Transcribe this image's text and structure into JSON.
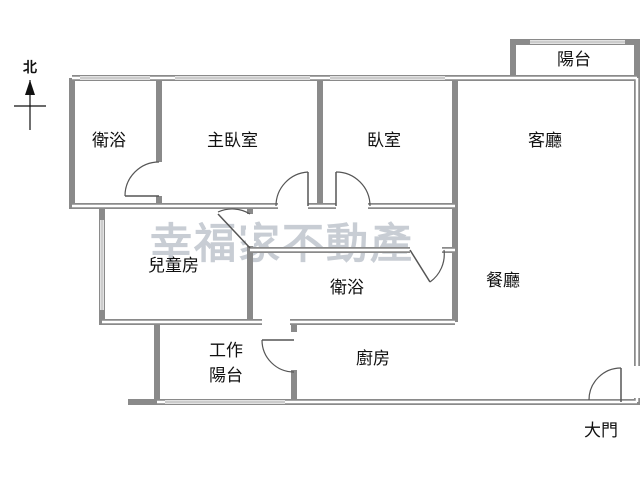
{
  "compass": {
    "label": "北",
    "icon": "north-arrow-icon"
  },
  "watermark": "幸福家不動產",
  "rooms": {
    "bath_northwest": "衛浴",
    "master_bedroom": "主臥室",
    "bedroom": "臥室",
    "living_room": "客廳",
    "balcony": "陽台",
    "kids_room": "兒童房",
    "bath_center": "衛浴",
    "dining_room": "餐廳",
    "work_balcony_line1": "工作",
    "work_balcony_line2": "陽台",
    "kitchen": "廚房",
    "main_door": "大門"
  },
  "colors": {
    "wall": "#8a8a8a",
    "watermark": "#4a5b70",
    "text": "#111111"
  }
}
